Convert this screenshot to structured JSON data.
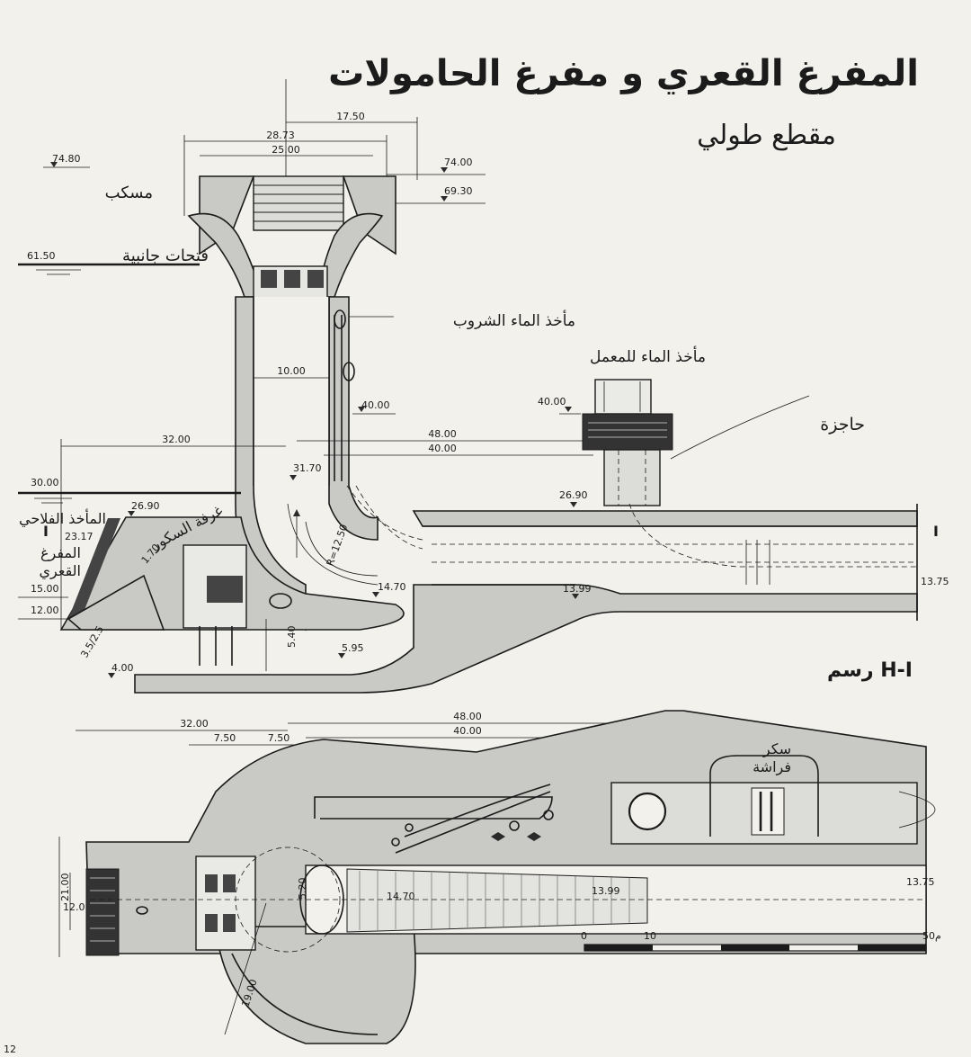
{
  "title": "المفرغ القعري و مفرغ الحامولات",
  "subtitle": "مقطع طولي",
  "figure_label": "رسم H-I",
  "page_number": "12",
  "labels": {
    "roof": "مسكب",
    "side_openings": "فتحات جانبية",
    "drinking_intake": "مأخذ الماء الشروب",
    "lab_intake": "مأخذ الماء للمعمل",
    "barrier": "حاجزة",
    "gate_room": "غرفة السكور",
    "agri_intake": "المأخذ الفلاحي",
    "bottom_outlet_1": "المفرغ",
    "bottom_outlet_2": "القعري",
    "butterfly_1": "سكر",
    "butterfly_2": "فراشة",
    "radius": "R=12.50",
    "section_mark": "I"
  },
  "section_dims": {
    "d_17_50": "17.50",
    "d_28_73": "28.73",
    "d_25_00": "25.00",
    "e_74_80": "74.80",
    "e_74_00": "74.00",
    "e_69_30": "69.30",
    "e_61_50": "61.50",
    "d_10_00": "10.00",
    "e_40_00a": "40.00",
    "e_40_00b": "40.00",
    "d_48_00": "48.00",
    "d_40_00": "40.00",
    "d_32_00": "32.00",
    "e_30_00": "30.00",
    "e_31_70": "31.70",
    "e_26_90a": "26.90",
    "e_26_90b": "26.90",
    "e_23_17": "23.17",
    "d_1_70": "1.70",
    "e_15_00": "15.00",
    "e_12_00": "12.00",
    "e_14_70": "14.70",
    "e_13_99": "13.99",
    "e_13_75": "13.75",
    "d_5_40": "5.40",
    "e_5_95": "5.95",
    "e_4_00": "4.00",
    "slope": "3.5/2.5"
  },
  "plan_dims": {
    "d_32_00": "32.00",
    "d_48_00": "48.00",
    "d_40_00": "40.00",
    "d_7_50a": "7.50",
    "d_7_50b": "7.50",
    "d_21_00": "21.00",
    "d_12_0": "12.0",
    "e_14_70": "14.70",
    "e_13_99": "13.99",
    "e_13_75": "13.75",
    "d_19_00": "19.00",
    "d_5_20": "5.20"
  },
  "scale": {
    "zero": "0",
    "ten": "10",
    "fifty": "50م"
  }
}
